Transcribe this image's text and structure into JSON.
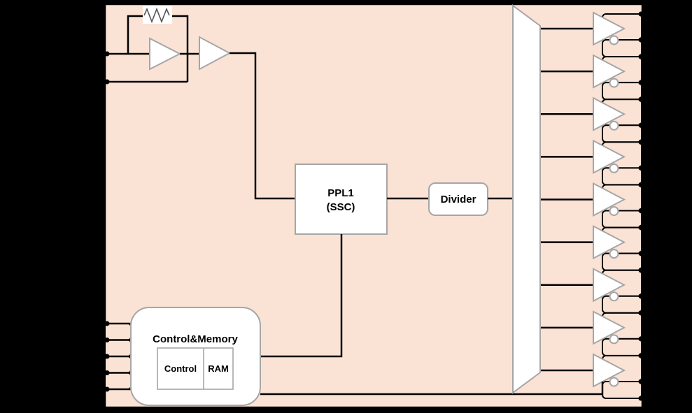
{
  "canvas": {
    "background_color": "#000000"
  },
  "chip": {
    "fill_color": "#fae2d5",
    "border_color": "#000000"
  },
  "shapes": {
    "fill_color": "#ffffff",
    "stroke_color": "#a6a6a6",
    "wire_color": "#000000"
  },
  "oscillator": {
    "resistor_icon": "resistor-zigzag-icon",
    "inverter_icon": "amplifier-triangle-icon",
    "buffer_icon": "amplifier-triangle-icon",
    "xtal_pin_count": 2
  },
  "blocks": {
    "pll": {
      "label_line1": "PPL1",
      "label_line2": "(SSC)"
    },
    "divider": {
      "label": "Divider"
    },
    "control_memory": {
      "title": "Control&Memory",
      "cells": [
        "Control",
        "RAM"
      ]
    }
  },
  "fanout": {
    "mux_icon": "clock-distribution-trapezoid-icon"
  },
  "outputs": {
    "buffer_count": 9,
    "pins_per_buffer": 2,
    "buffer_icon": "inverting-buffer-icon"
  },
  "control_inputs": {
    "pin_count": 5
  }
}
